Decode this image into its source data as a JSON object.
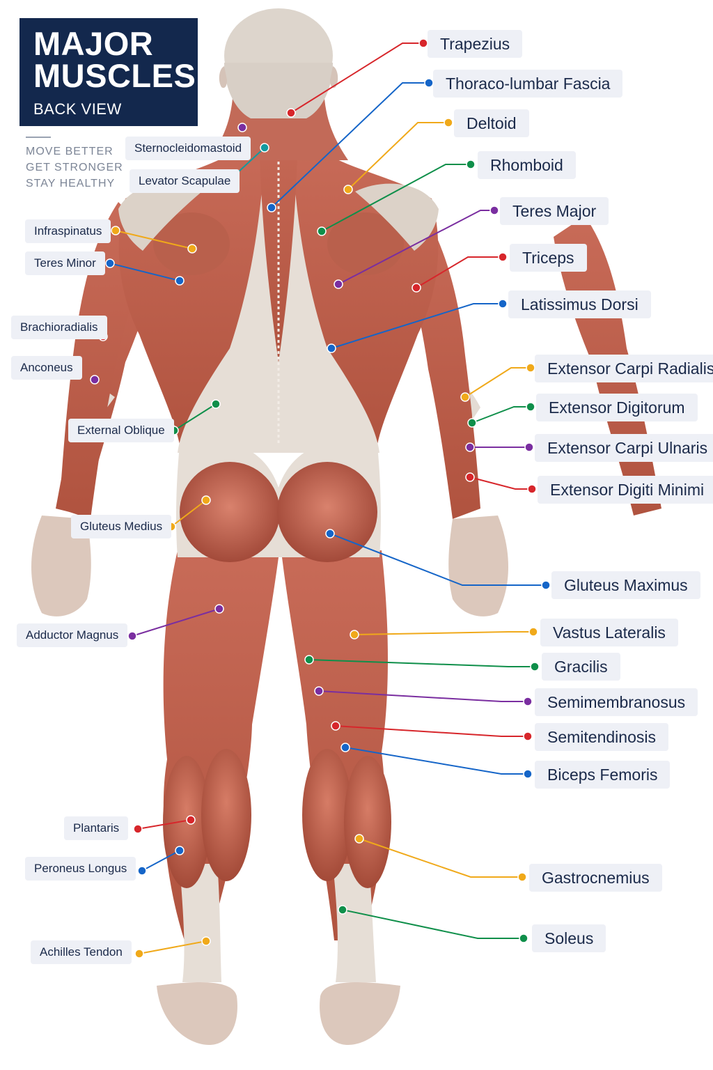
{
  "header": {
    "title_line1": "MAJOR",
    "title_line2": "MUSCLES",
    "subtitle": "BACK VIEW",
    "taglines": [
      "MOVE BETTER",
      "GET STRONGER",
      "STAY HEALTHY"
    ]
  },
  "colors": {
    "title_bg": "#13284d",
    "label_bg": "#eef0f6",
    "label_text": "#1b2a4a",
    "red": "#d7262b",
    "blue": "#1565c8",
    "yellow": "#f0a91a",
    "green": "#0f8f4a",
    "purple": "#7a2ea0",
    "teal": "#129aa0",
    "brown": "#6b3b34"
  },
  "labels_right": [
    {
      "name": "Trapezius",
      "color": "red"
    },
    {
      "name": "Thoraco-lumbar Fascia",
      "color": "blue"
    },
    {
      "name": "Deltoid",
      "color": "yellow"
    },
    {
      "name": "Rhomboid",
      "color": "green"
    },
    {
      "name": "Teres Major",
      "color": "purple"
    },
    {
      "name": "Triceps",
      "color": "red"
    },
    {
      "name": "Latissimus Dorsi",
      "color": "blue"
    },
    {
      "name": "Extensor Carpi Radialis",
      "color": "yellow"
    },
    {
      "name": "Extensor Digitorum",
      "color": "green"
    },
    {
      "name": "Extensor Carpi Ulnaris",
      "color": "purple"
    },
    {
      "name": "Extensor Digiti Minimi",
      "color": "red"
    },
    {
      "name": "Gluteus Maximus",
      "color": "blue"
    },
    {
      "name": "Vastus Lateralis",
      "color": "yellow"
    },
    {
      "name": "Gracilis",
      "color": "green"
    },
    {
      "name": "Semimembranosus",
      "color": "purple"
    },
    {
      "name": "Semitendinosis",
      "color": "red"
    },
    {
      "name": "Biceps Femoris",
      "color": "blue"
    },
    {
      "name": "Gastrocnemius",
      "color": "yellow"
    },
    {
      "name": "Soleus",
      "color": "green"
    }
  ],
  "labels_left": [
    {
      "name": "Sternocleidomastoid",
      "color": "purple"
    },
    {
      "name": "Levator Scapulae",
      "color": "teal"
    },
    {
      "name": "Infraspinatus",
      "color": "yellow"
    },
    {
      "name": "Teres Minor",
      "color": "blue"
    },
    {
      "name": "Brachioradialis",
      "color": "red"
    },
    {
      "name": "Anconeus",
      "color": "purple"
    },
    {
      "name": "External Oblique",
      "color": "green"
    },
    {
      "name": "Gluteus Medius",
      "color": "yellow"
    },
    {
      "name": "Adductor Magnus",
      "color": "purple"
    },
    {
      "name": "Plantaris",
      "color": "red"
    },
    {
      "name": "Peroneus Longus",
      "color": "blue"
    },
    {
      "name": "Achilles Tendon",
      "color": "yellow"
    }
  ]
}
